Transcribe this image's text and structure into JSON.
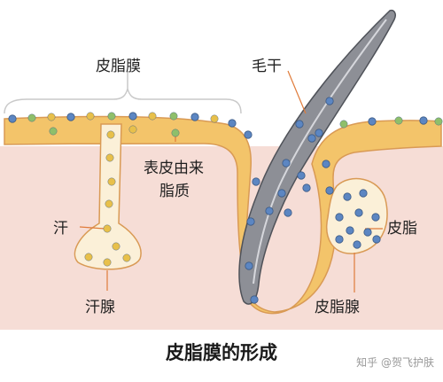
{
  "title": "皮脂膜的形成",
  "labels": {
    "sebum_film": "皮脂膜",
    "hair_shaft": "毛干",
    "epidermal_lipid_line1": "表皮由来",
    "epidermal_lipid_line2": "脂质",
    "sweat": "汗",
    "sweat_gland": "汗腺",
    "sebum": "皮脂",
    "sebaceous_gland": "皮脂腺"
  },
  "watermark": "知乎 @贺飞护肤",
  "colors": {
    "background_upper": "#ffffff",
    "dermis": "#f6ddd6",
    "epidermis": "#f3c46a",
    "epidermis_edge": "#d99a55",
    "gland_lumen": "#fbf0d8",
    "hair": "#8d8f96",
    "hair_dark": "#4f5259",
    "blue_dot": "#5c86c2",
    "yellow_dot": "#e8c04a",
    "green_dot": "#8fbf6a",
    "leader": "#e07b3a",
    "bracket": "#c9c9c9"
  }
}
